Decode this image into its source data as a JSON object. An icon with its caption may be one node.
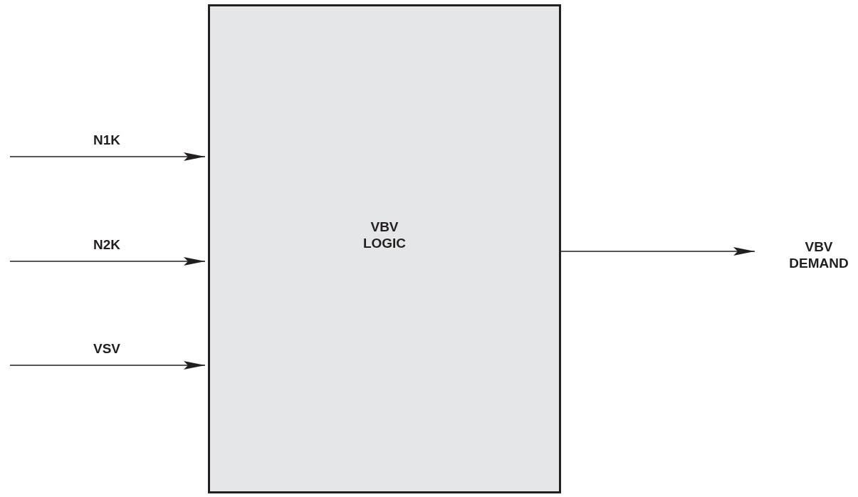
{
  "diagram": {
    "nodes": [
      {
        "text": [
          "VBV LOGIC"
        ]
      },
      {
        "text": [
          "VBV DEMAND"
        ]
      }
    ],
    "edges": [
      {
        "from": null,
        "to": 0,
        "arrow": "to",
        "label": "N1K"
      },
      {
        "from": null,
        "to": 0,
        "arrow": "to",
        "label": "N2K"
      },
      {
        "from": null,
        "to": 0,
        "arrow": "to",
        "label": "VSV"
      },
      {
        "from": 0,
        "to": 1,
        "arrow": "to"
      }
    ]
  }
}
